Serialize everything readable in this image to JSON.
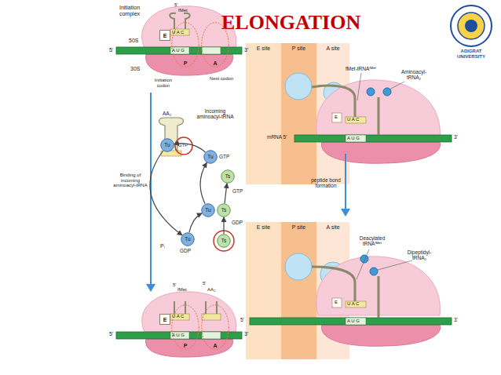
{
  "diagram": {
    "title": "ELONGATION",
    "nodes": [
      {
        "text": [
          "E"
        ]
      },
      {
        "text": [
          "P"
        ]
      },
      {
        "text": [
          "A"
        ]
      },
      {
        "text": [
          "Tu"
        ]
      },
      {
        "text": [
          "Tu"
        ]
      },
      {
        "text": [
          "Ts"
        ]
      },
      {
        "text": [
          "Tu"
        ]
      },
      {
        "text": [
          "Ts"
        ]
      },
      {
        "text": [
          "Tu"
        ]
      },
      {
        "text": [
          "Ts"
        ]
      },
      {
        "text": [
          "E"
        ]
      },
      {
        "text": [
          "P"
        ]
      },
      {
        "text": [
          "A"
        ]
      },
      {
        "text": [
          "E site"
        ]
      },
      {
        "text": [
          "P site"
        ]
      },
      {
        "text": [
          "A site"
        ]
      },
      {
        "text": [
          "E site"
        ]
      },
      {
        "text": [
          "P site"
        ]
      },
      {
        "text": [
          "A site"
        ]
      }
    ],
    "edges": [
      {
        "from": 3,
        "to": 8,
        "arrow": "to"
      },
      {
        "from": 8,
        "to": 6,
        "arrow": "to"
      },
      {
        "from": 9,
        "to": 7,
        "arrow": "to"
      },
      {
        "from": 6,
        "to": 4,
        "arrow": "to"
      },
      {
        "from": 7,
        "to": 5,
        "arrow": "to"
      },
      {
        "from": 4,
        "to": 3,
        "arrow": "to"
      }
    ],
    "labels": [
      "Initiation complex",
      "5'",
      "fMet",
      "U A C",
      "A U G",
      "50S",
      "5'",
      "3'",
      "Initiation codon",
      "Next codon",
      "30S",
      "Incoming aminoacyl-tRNA",
      "AA₂",
      "GTP",
      "GTP",
      "GTP",
      "GDP",
      "GDP",
      "Pᵢ",
      "Binding of incoming aminoacyl-tRNA",
      "5'",
      "fMet",
      "5'",
      "AA₂",
      "U A C",
      "A U G",
      "5'",
      "3'",
      "fMet-tRNAᶠᴹᵉᵗ",
      "Aminoacyl-tRNA₂",
      "mRNA 5'",
      "E",
      "U A C",
      "A U G",
      "3'",
      "peptide bond formation",
      "Deacylated tRNAᶠᴹᵉᵗ",
      "Dipeptidyl-tRNA₂",
      "5'",
      "E",
      "U A C",
      "A U G",
      "3'",
      "ADIGRAT UNIVERSITY"
    ]
  }
}
